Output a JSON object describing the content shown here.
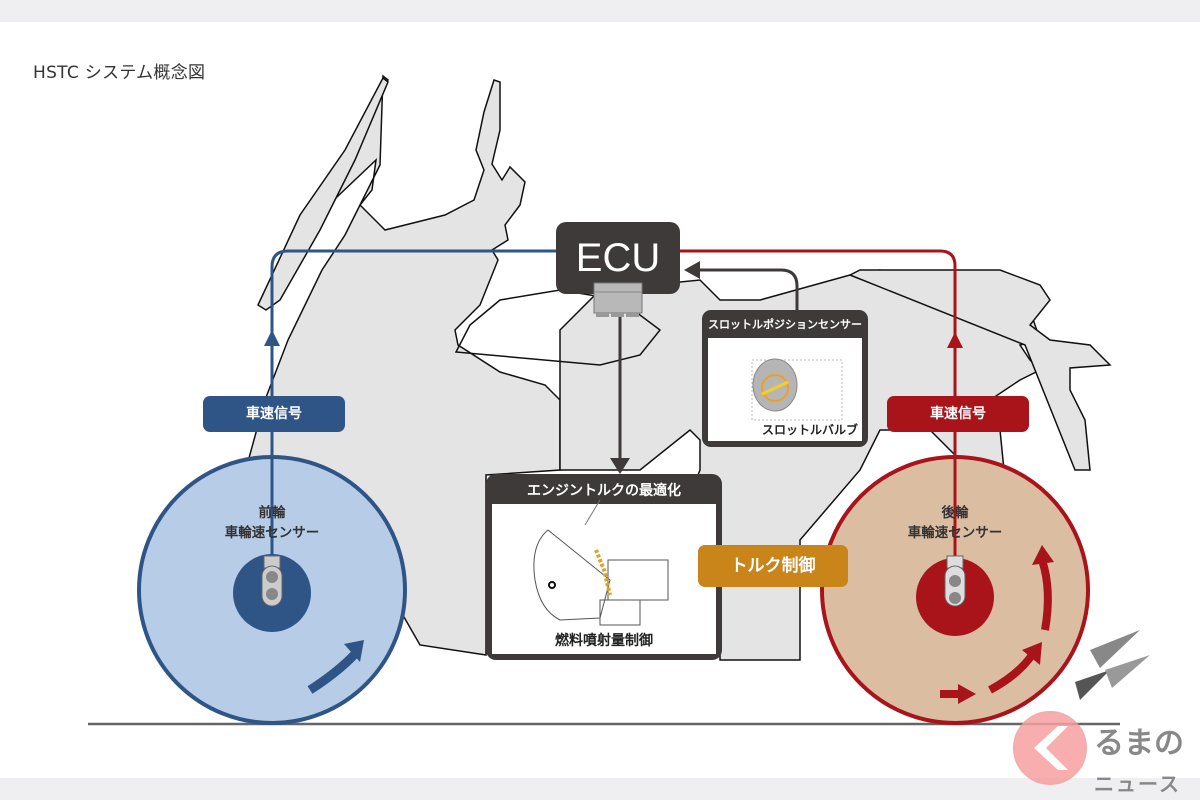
{
  "title": "HSTC システム概念図",
  "ecu": {
    "label": "ECU"
  },
  "signals": {
    "front_signal_label": "車速信号",
    "rear_signal_label": "車速信号",
    "torque_control_label": "トルク制御"
  },
  "front_sensor": {
    "line1": "前輪",
    "line2": "車輪速センサー"
  },
  "rear_sensor": {
    "line1": "後輪",
    "line2": "車輪速センサー"
  },
  "throttle_box": {
    "header": "スロットルポジションセンサー",
    "caption": "スロットルバルブ"
  },
  "engine_box": {
    "header": "エンジントルクの最適化",
    "caption": "燃料噴射量制御"
  },
  "logo": {
    "line1": "るまの",
    "line2": "ニュース"
  },
  "colors": {
    "front_blue": "#2f5587",
    "front_fill": "#b7cce6",
    "rear_red": "#a8141a",
    "rear_fill": "#dbbda2",
    "torque_orange": "#c9841a",
    "ecu_dark": "#3d3a39",
    "bike_gray": "#e4e4e4"
  }
}
